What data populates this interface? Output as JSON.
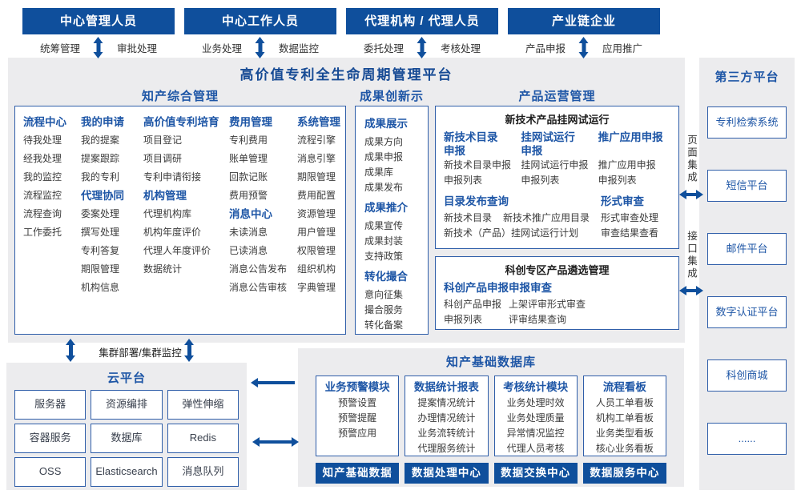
{
  "colors": {
    "primary": "#0f4f9c",
    "tblue": "#1e56a6",
    "border": "#2f5ea9",
    "panel": "#ececee",
    "txt": "#3b3b3b"
  },
  "top_roles": [
    {
      "title": "中心管理人员",
      "left_label": "统筹管理",
      "right_label": "审批处理"
    },
    {
      "title": "中心工作人员",
      "left_label": "业务处理",
      "right_label": "数据监控"
    },
    {
      "title": "代理机构 / 代理人员",
      "left_label": "委托处理",
      "right_label": "考核处理"
    },
    {
      "title": "产业链企业",
      "left_label": "产品申报",
      "right_label": "应用推广"
    }
  ],
  "platform": {
    "title": "高价值专利全生命周期管理平台",
    "ip_mgmt": {
      "title": "知产综合管理",
      "columns": [
        [
          {
            "t": "流程中心",
            "h": true
          },
          {
            "t": "待我处理"
          },
          {
            "t": "经我处理"
          },
          {
            "t": "我的监控"
          },
          {
            "t": "流程监控"
          },
          {
            "t": "流程查询"
          },
          {
            "t": "工作委托"
          }
        ],
        [
          {
            "t": "我的申请",
            "h": true
          },
          {
            "t": "我的提案"
          },
          {
            "t": "提案跟踪"
          },
          {
            "t": "我的专利"
          },
          {
            "t": "代理协同",
            "h": true
          },
          {
            "t": "委案处理"
          },
          {
            "t": "撰写处理"
          },
          {
            "t": "专利答复"
          },
          {
            "t": "期限管理"
          },
          {
            "t": "机构信息"
          }
        ],
        [
          {
            "t": "高价值专利培育",
            "h": true
          },
          {
            "t": "项目登记"
          },
          {
            "t": "项目调研"
          },
          {
            "t": "专利申请衔接"
          },
          {
            "t": "机构管理",
            "h": true
          },
          {
            "t": "代理机构库"
          },
          {
            "t": "机构年度评价"
          },
          {
            "t": "代理人年度评价"
          },
          {
            "t": "数据统计"
          }
        ],
        [
          {
            "t": "费用管理",
            "h": true
          },
          {
            "t": "专利费用"
          },
          {
            "t": "账单管理"
          },
          {
            "t": "回款记账"
          },
          {
            "t": "费用预警"
          },
          {
            "t": "消息中心",
            "h": true
          },
          {
            "t": "未读消息"
          },
          {
            "t": "已读消息"
          },
          {
            "t": "消息公告发布"
          },
          {
            "t": "消息公告审核"
          }
        ],
        [
          {
            "t": "系统管理",
            "h": true
          },
          {
            "t": "流程引擎"
          },
          {
            "t": "消息引擎"
          },
          {
            "t": "期限管理"
          },
          {
            "t": "费用配置"
          },
          {
            "t": "资源管理"
          },
          {
            "t": "用户管理"
          },
          {
            "t": "权限管理"
          },
          {
            "t": "组织机构"
          },
          {
            "t": "字典管理"
          }
        ]
      ]
    },
    "achievement": {
      "title": "成果创新示范",
      "items": [
        {
          "t": "成果展示",
          "h": true
        },
        {
          "t": "成果方向"
        },
        {
          "t": "成果申报"
        },
        {
          "t": "成果库"
        },
        {
          "t": "成果发布"
        },
        {
          "t": "成果推介",
          "h": true
        },
        {
          "t": "成果宣传"
        },
        {
          "t": "成果封装"
        },
        {
          "t": "支持政策"
        },
        {
          "t": "转化撮合",
          "h": true
        },
        {
          "t": "意向征集"
        },
        {
          "t": "撮合服务"
        },
        {
          "t": "转化备案"
        }
      ]
    },
    "product_ops": {
      "title": "产品运营管理",
      "online_trial": {
        "title": "新技术产品挂网试运行",
        "groups": [
          {
            "header": "新技术目录\n申报",
            "items": [
              "新技术目录申报",
              "申报列表"
            ]
          },
          {
            "header": "挂网试运行\n申报",
            "items": [
              "挂网试运行申报",
              "申报列表"
            ]
          },
          {
            "header": "推广应用申报",
            "items": [
              "推广应用申报",
              "申报列表"
            ]
          }
        ],
        "catalog_query": {
          "header": "目录发布查询",
          "items": [
            "新技术目录",
            "新技术推广应用目录",
            "新技术（产品）挂网试运行计划"
          ]
        },
        "formal_review": {
          "header": "形式审查",
          "items": [
            "形式审查处理",
            "审查结果查看"
          ]
        }
      },
      "sci_selection": {
        "title": "科创专区产品遴选管理",
        "groups": [
          {
            "header": "科创产品申报",
            "items": [
              "科创产品申报",
              "申报列表"
            ]
          },
          {
            "header": "申报审查",
            "items": [
              "上架评审形式审查",
              "评审结果查询"
            ]
          }
        ]
      }
    }
  },
  "third_party": {
    "title": "第三方平台",
    "integration_labels": [
      "页面集成",
      "接口集成"
    ],
    "systems": [
      "专利检索系统",
      "短信平台",
      "邮件平台",
      "数字认证平台",
      "科创商城",
      "......"
    ]
  },
  "cluster_label": "集群部署/集群监控",
  "cloud": {
    "title": "云平台",
    "services": [
      "服务器",
      "资源编排",
      "弹性伸缩",
      "容器服务",
      "数据库",
      "Redis",
      "OSS",
      "Elasticsearch",
      "消息队列"
    ]
  },
  "data_base": {
    "title": "知产基础数据库",
    "modules": [
      {
        "header": "业务预警模块",
        "items": [
          "预警设置",
          "预警提醒",
          "预警应用"
        ]
      },
      {
        "header": "数据统计报表",
        "items": [
          "提案情况统计",
          "办理情况统计",
          "业务流转统计",
          "代理服务统计"
        ]
      },
      {
        "header": "考核统计模块",
        "items": [
          "业务处理时效",
          "业务处理质量",
          "异常情况监控",
          "代理人员考核"
        ]
      },
      {
        "header": "流程看板",
        "items": [
          "人员工单看板",
          "机构工单看板",
          "业务类型看板",
          "核心业务看板"
        ]
      }
    ],
    "centers": [
      "知产基础数据",
      "数据处理中心",
      "数据交换中心",
      "数据服务中心"
    ]
  }
}
